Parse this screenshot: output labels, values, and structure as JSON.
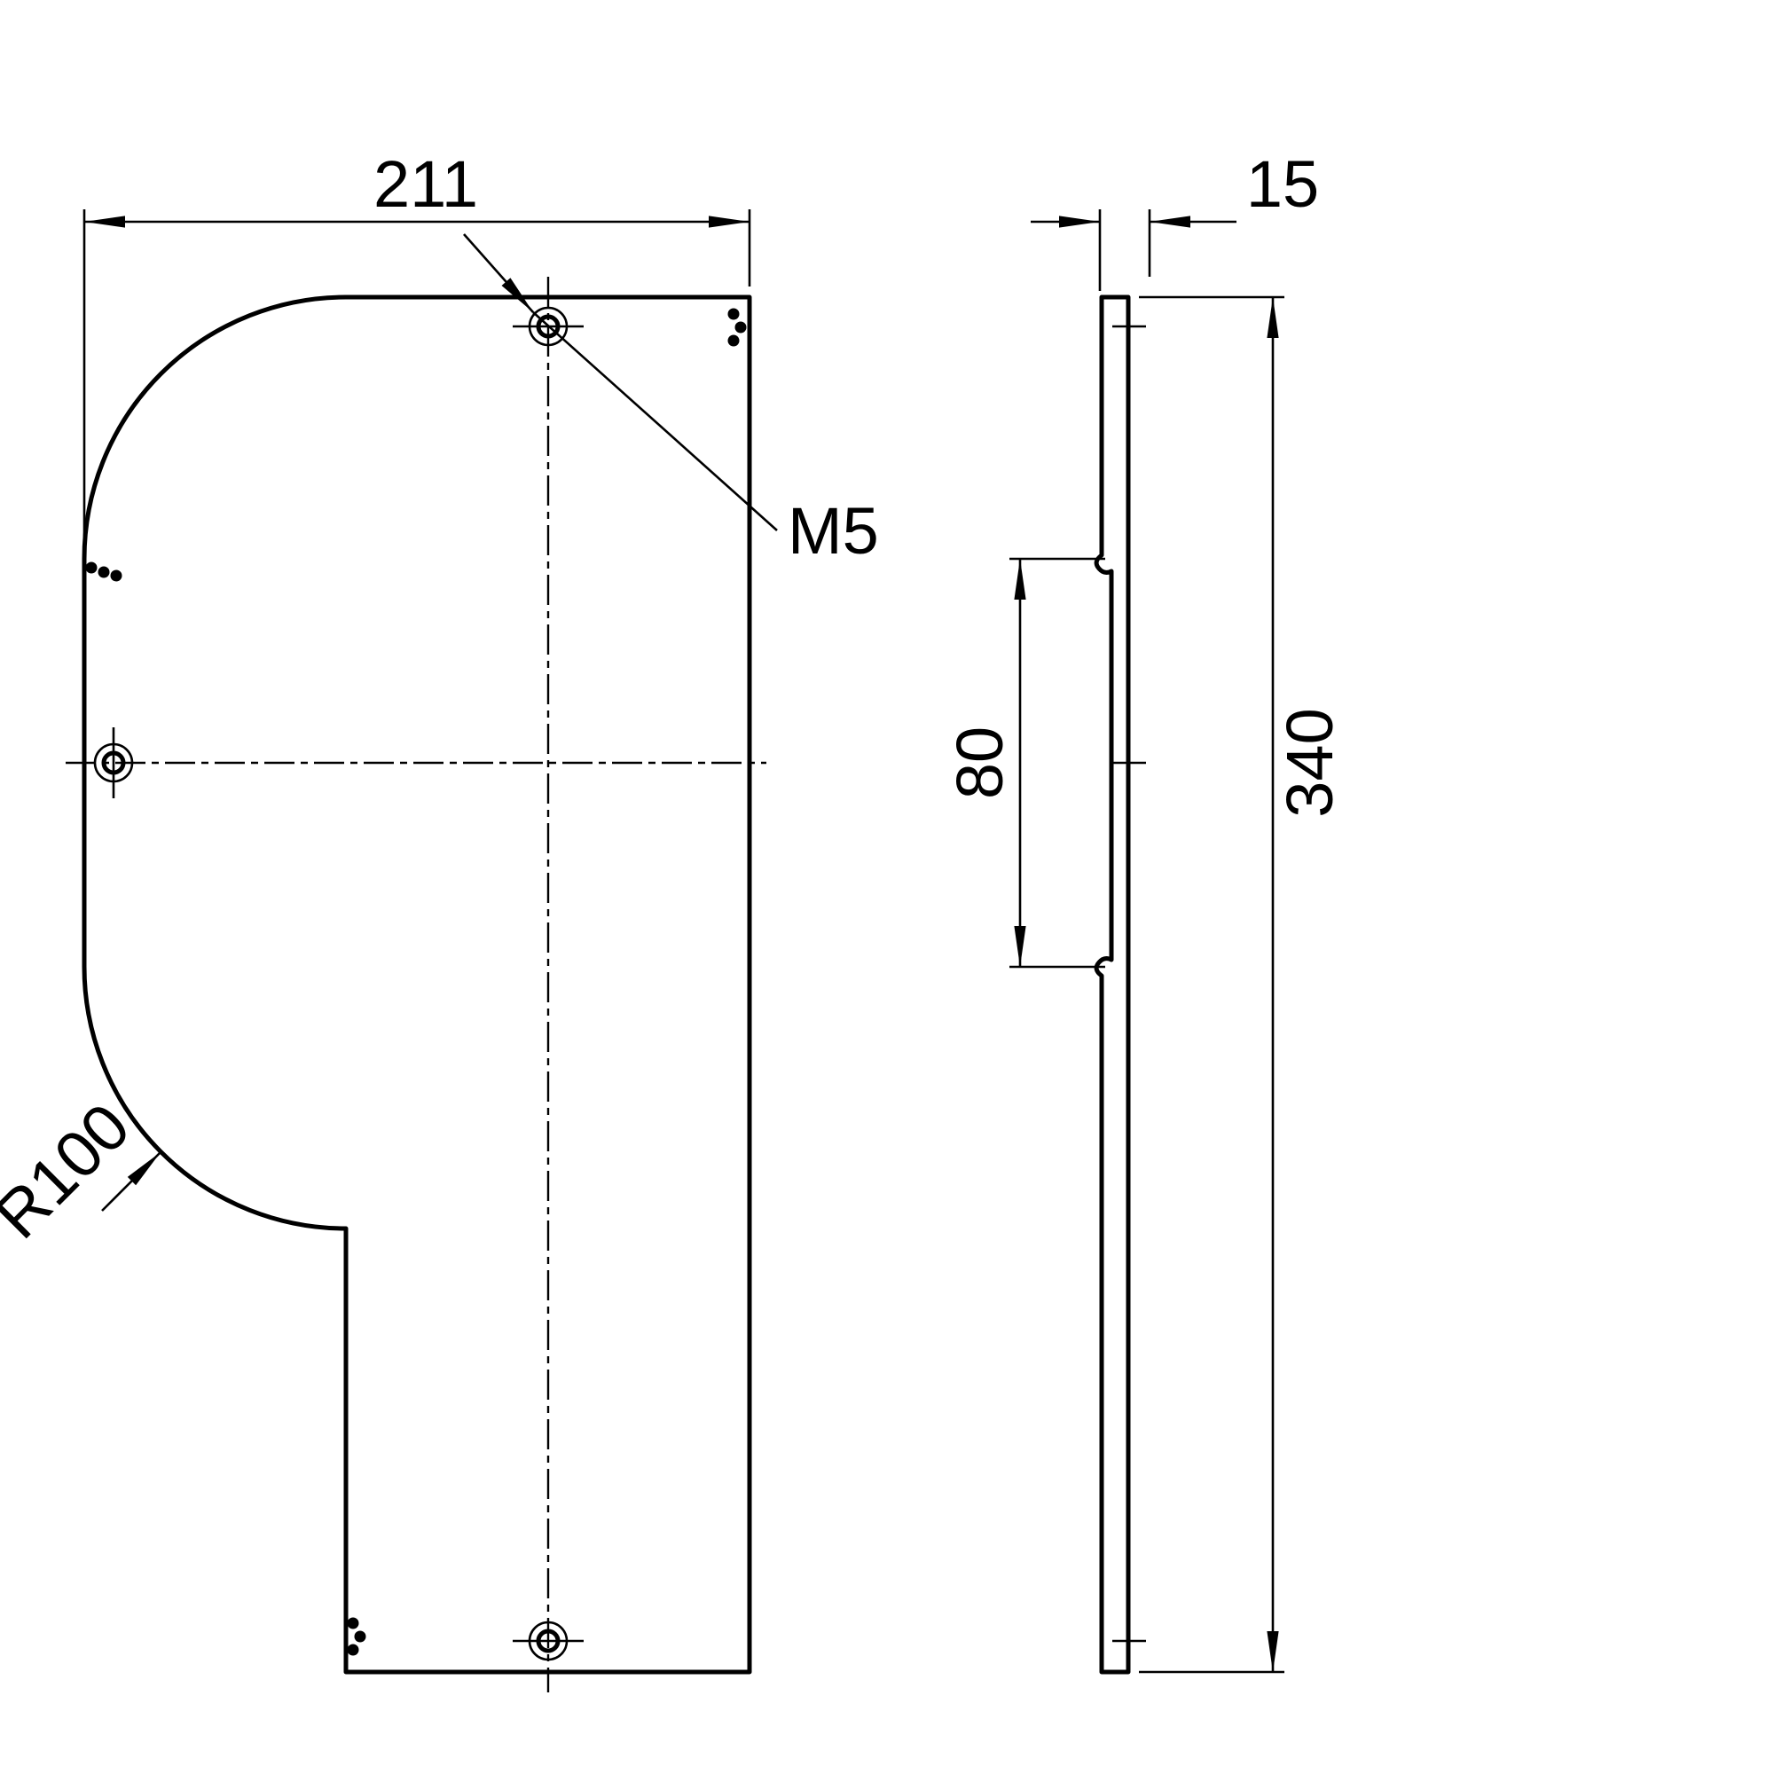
{
  "drawing": {
    "background_color": "#ffffff",
    "line_color": "#000000",
    "labels": {
      "width": "211",
      "depth": "15",
      "thread": "M5",
      "radius": "R100",
      "flange_height": "80",
      "overall_height": "340"
    }
  }
}
